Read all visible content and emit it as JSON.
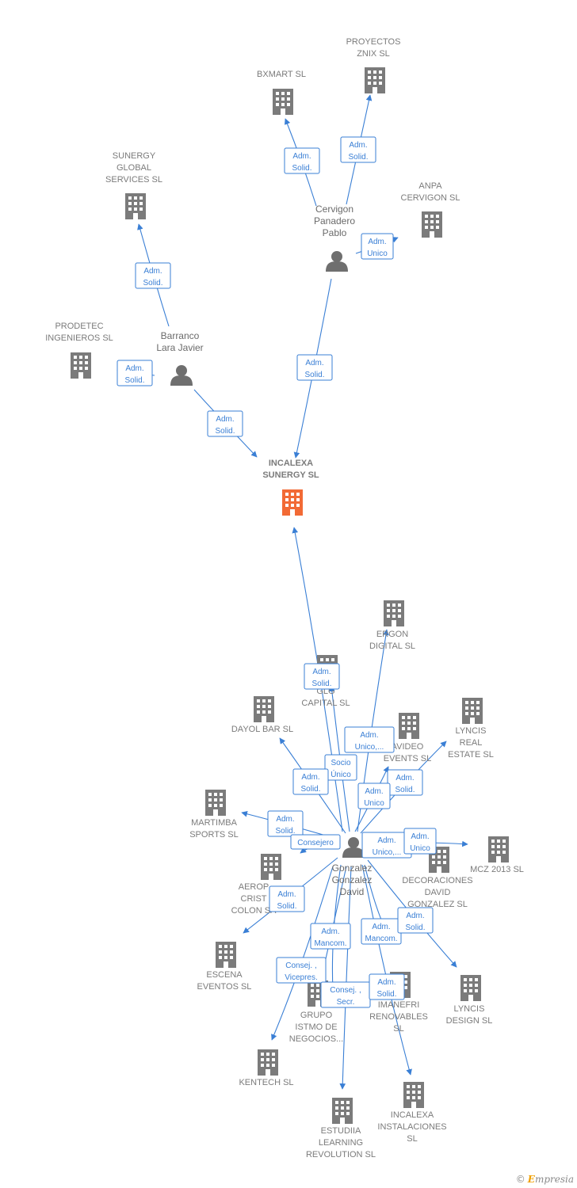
{
  "colors": {
    "edge": "#3a7fd5",
    "building": "#7b7b7b",
    "center_building": "#f26a35",
    "person": "#6f6f6f"
  },
  "center": {
    "id": "incalexa",
    "lines": [
      "INCALEXA",
      "SUNERGY  SL"
    ]
  },
  "persons": [
    {
      "id": "cervigon",
      "lines": [
        "Cervigon",
        "Panadero",
        "Pablo"
      ]
    },
    {
      "id": "barranco",
      "lines": [
        "Barranco",
        "Lara Javier"
      ]
    },
    {
      "id": "gonzalez",
      "lines": [
        "Gonzalez",
        "Gonzalez",
        "David"
      ]
    }
  ],
  "companies": [
    {
      "id": "bxmart",
      "lines": [
        "BXMART  SL"
      ]
    },
    {
      "id": "proyectos",
      "lines": [
        "PROYECTOS",
        "ZNIX  SL"
      ]
    },
    {
      "id": "sunergy_global",
      "lines": [
        "SUNERGY",
        "GLOBAL",
        "SERVICES  SL"
      ]
    },
    {
      "id": "anpa",
      "lines": [
        "ANPA",
        "CERVIGON  SL"
      ]
    },
    {
      "id": "prodetec",
      "lines": [
        "PRODETEC",
        "INGENIEROS SL"
      ]
    },
    {
      "id": "ergon",
      "lines": [
        "ERGON",
        "DIGITAL  SL"
      ]
    },
    {
      "id": "glg",
      "lines": [
        "GLG",
        "CAPITAL  SL"
      ]
    },
    {
      "id": "dayol",
      "lines": [
        "DAYOL BAR  SL"
      ]
    },
    {
      "id": "lyncis_real",
      "lines": [
        "LYNCIS",
        "REAL",
        "ESTATE  SL"
      ]
    },
    {
      "id": "avideo",
      "lines": [
        "AVIDEO",
        "EVENTS  SL"
      ]
    },
    {
      "id": "martimba",
      "lines": [
        "MARTIMBA",
        "SPORTS  SL"
      ]
    },
    {
      "id": "mcz",
      "lines": [
        "MCZ 2013  SL"
      ]
    },
    {
      "id": "decoraciones",
      "lines": [
        "DECORACIONES",
        "DAVID",
        "GONZALEZ SL"
      ]
    },
    {
      "id": "aerop",
      "lines": [
        "AEROP",
        "CRIST",
        "COLON SA"
      ]
    },
    {
      "id": "escena",
      "lines": [
        "ESCENA",
        "EVENTOS  SL"
      ]
    },
    {
      "id": "lyncis_design",
      "lines": [
        "LYNCIS",
        "DESIGN  SL"
      ]
    },
    {
      "id": "grupo",
      "lines": [
        "GRUPO",
        "ISTMO DE",
        "NEGOCIOS..."
      ]
    },
    {
      "id": "imanefri",
      "lines": [
        "IMANEFRI",
        "RENOVABLES",
        "SL"
      ]
    },
    {
      "id": "kentech",
      "lines": [
        "KENTECH  SL"
      ]
    },
    {
      "id": "estudiia",
      "lines": [
        "ESTUDIIA",
        "LEARNING",
        "REVOLUTION SL"
      ]
    },
    {
      "id": "incalexa_inst",
      "lines": [
        "INCALEXA",
        "INSTALACIONES",
        "SL"
      ]
    }
  ],
  "relations": [
    {
      "from": "cervigon",
      "to": "bxmart",
      "label": [
        "Adm.",
        "Solid."
      ]
    },
    {
      "from": "cervigon",
      "to": "proyectos",
      "label": [
        "Adm.",
        "Solid."
      ]
    },
    {
      "from": "cervigon",
      "to": "anpa",
      "label": [
        "Adm.",
        "Unico"
      ]
    },
    {
      "from": "cervigon",
      "to": "incalexa",
      "label": [
        "Adm.",
        "Solid."
      ]
    },
    {
      "from": "barranco",
      "to": "sunergy_global",
      "label": [
        "Adm.",
        "Solid."
      ]
    },
    {
      "from": "barranco",
      "to": "prodetec",
      "label": [
        "Adm.",
        "Solid."
      ]
    },
    {
      "from": "barranco",
      "to": "incalexa",
      "label": [
        "Adm.",
        "Solid."
      ]
    },
    {
      "from": "gonzalez",
      "to": "incalexa",
      "label": [
        "Adm.",
        "Solid."
      ]
    },
    {
      "from": "gonzalez",
      "to": "ergon",
      "label": [
        "Adm.",
        "Unico,..."
      ]
    },
    {
      "from": "gonzalez",
      "to": "glg",
      "label": [
        "Socio",
        "Único"
      ]
    },
    {
      "from": "gonzalez",
      "to": "dayol",
      "label": [
        "Adm.",
        "Solid."
      ]
    },
    {
      "from": "gonzalez",
      "to": "lyncis_real",
      "label": [
        "Adm.",
        "Solid."
      ]
    },
    {
      "from": "gonzalez",
      "to": "avideo",
      "label": [
        "Adm.",
        "Unico"
      ]
    },
    {
      "from": "gonzalez",
      "to": "martimba",
      "label": [
        "Adm.",
        "Solid."
      ]
    },
    {
      "from": "gonzalez",
      "to": "decoraciones",
      "label": [
        "Consejero"
      ]
    },
    {
      "from": "gonzalez",
      "to": "decoraciones",
      "label": [
        "Adm.",
        "Unico,..."
      ]
    },
    {
      "from": "gonzalez",
      "to": "mcz",
      "label": [
        "Adm.",
        "Unico"
      ]
    },
    {
      "from": "gonzalez",
      "to": "aerop",
      "label": [
        "Adm.",
        "Solid."
      ]
    },
    {
      "from": "gonzalez",
      "to": "escena",
      "label": [
        "Adm.",
        "Mancom."
      ]
    },
    {
      "from": "gonzalez",
      "to": "imanefri",
      "label": [
        "Adm.",
        "Mancom."
      ]
    },
    {
      "from": "gonzalez",
      "to": "lyncis_design",
      "label": [
        "Adm.",
        "Solid."
      ]
    },
    {
      "from": "gonzalez",
      "to": "kentech",
      "label": [
        "Consej. ,",
        "Vicepres."
      ]
    },
    {
      "from": "gonzalez",
      "to": "estudiia",
      "label": [
        "Consej. ,",
        "Secr."
      ]
    },
    {
      "from": "gonzalez",
      "to": "incalexa_inst",
      "label": [
        "Adm.",
        "Solid."
      ]
    },
    {
      "from": "gonzalez",
      "to": "grupo",
      "label": []
    }
  ],
  "credit": {
    "symbol": "©",
    "brand_initial": "E",
    "brand_rest": "mpresia"
  }
}
